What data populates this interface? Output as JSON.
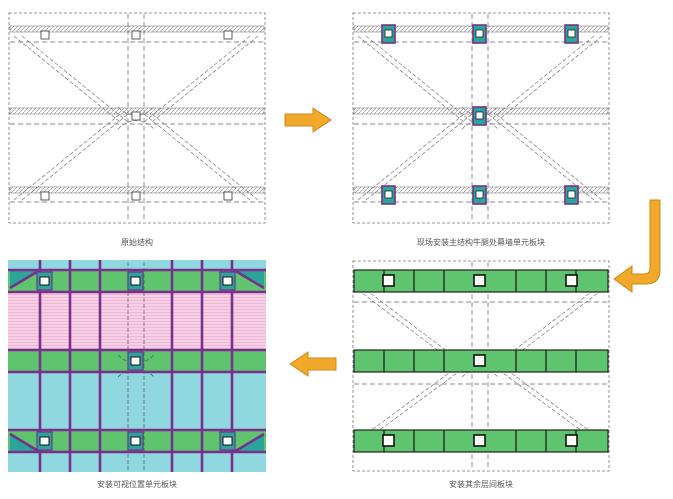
{
  "steps": [
    {
      "caption": "原始结构"
    },
    {
      "caption": "现场安装主结构牛腿处幕墙单元板块"
    },
    {
      "caption": "安装其余层间板块"
    },
    {
      "caption": "安装可视位置单元板块"
    }
  ],
  "colors": {
    "arrow": "#f2a92b",
    "arrow_outline": "#c98a16",
    "line_dark": "#333333",
    "line_dashed": "#555555",
    "panel_green": "#5ec46e",
    "panel_frame": "#7a2f8e",
    "node_teal": "#2aa59a",
    "fill_pink": "#f7cfe6",
    "fill_cyan": "#8fd8df"
  },
  "icons": {
    "arrow_right": "arrow-right-icon",
    "arrow_down_left": "arrow-down-left-icon",
    "arrow_left": "arrow-left-icon"
  }
}
